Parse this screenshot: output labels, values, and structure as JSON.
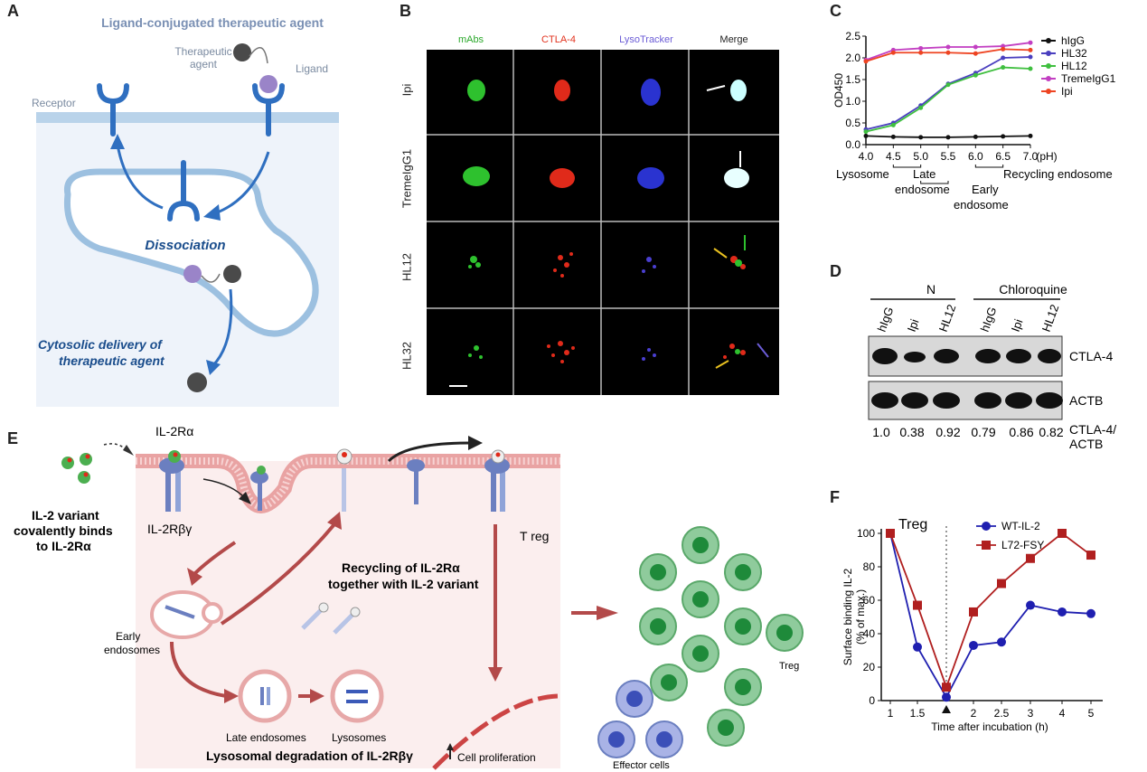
{
  "panels": {
    "A": "A",
    "B": "B",
    "C": "C",
    "D": "D",
    "E": "E",
    "F": "F"
  },
  "panelA": {
    "title": "Ligand-conjugated  therapeutic agent",
    "therapeutic_agent_1": "Therapeutic",
    "therapeutic_agent_2": "agent",
    "ligand": "Ligand",
    "receptor": "Receptor",
    "dissociation": "Dissociation",
    "cytosolic_1": "Cytosolic delivery of",
    "cytosolic_2": "therapeutic agent",
    "colors": {
      "receptor": "#2f6fc0",
      "membrane": "#b9d3ea",
      "agent": "#4a4a4a",
      "ligand": "#9a84c8"
    }
  },
  "panelB": {
    "columns": [
      "mAbs",
      "CTLA-4",
      "LysoTracker",
      "Merge"
    ],
    "column_colors": [
      "#2aa82a",
      "#e2331f",
      "#6b5cd6",
      "#222222"
    ],
    "rows": [
      "Ipi",
      "TremeIgG1",
      "HL12",
      "HL32"
    ]
  },
  "panelD": {
    "groups": [
      "N",
      "Chloroquine"
    ],
    "lanes": [
      "hIgG",
      "Ipi",
      "HL12",
      "hIgG",
      "Ipi",
      "HL12"
    ],
    "bands": [
      "CTLA-4",
      "ACTB"
    ],
    "ratios": [
      "1.0",
      "0.38",
      "0.92",
      "0.79",
      "0.86",
      "0.82"
    ],
    "ratio_label_1": "CTLA-4/",
    "ratio_label_2": "ACTB"
  },
  "panelE": {
    "il2ra": "IL-2Rα",
    "variant_1": "IL-2 variant",
    "variant_2": "covalently  binds",
    "variant_3": "to IL-2Rα",
    "il2rbg": "IL-2Rβγ",
    "treg_membrane": "T reg",
    "recycling_1": "Recycling of IL-2Rα",
    "recycling_2": "together with IL-2 variant",
    "early_1": "Early",
    "early_2": "endosomes",
    "late": "Late endosomes",
    "lysosomes": "Lysosomes",
    "degradation": "Lysosomal degradation of IL-2Rβγ",
    "proliferation": "Cell proliferation",
    "treg_cells": "Treg",
    "effector": "Effector cells"
  },
  "chart_data": [
    {
      "type": "line",
      "panel": "C",
      "xlabel": "(pH)",
      "ylabel": "OD450",
      "x": [
        4.0,
        4.5,
        5.0,
        5.5,
        6.0,
        6.5,
        7.0
      ],
      "xtick_labels": [
        "4.0",
        "4.5",
        "5.0",
        "5.5",
        "6.0",
        "6.5",
        "7.0"
      ],
      "ylim": [
        0,
        2.5
      ],
      "yticks": [
        "0.0",
        "0.5",
        "1.0",
        "1.5",
        "2.0",
        "2.5"
      ],
      "legend_position": "right",
      "series": [
        {
          "name": "hIgG",
          "color": "#111111",
          "values": [
            0.2,
            0.18,
            0.17,
            0.17,
            0.18,
            0.19,
            0.2
          ]
        },
        {
          "name": "HL32",
          "color": "#4a3fbf",
          "values": [
            0.35,
            0.5,
            0.9,
            1.4,
            1.65,
            2.0,
            2.02
          ]
        },
        {
          "name": "HL12",
          "color": "#3fbf3f",
          "values": [
            0.3,
            0.45,
            0.85,
            1.38,
            1.6,
            1.78,
            1.75
          ]
        },
        {
          "name": "TremeIgG1",
          "color": "#c23fc2",
          "values": [
            1.95,
            2.18,
            2.22,
            2.25,
            2.25,
            2.27,
            2.35
          ]
        },
        {
          "name": "Ipi",
          "color": "#ee4422",
          "values": [
            1.92,
            2.12,
            2.12,
            2.12,
            2.1,
            2.2,
            2.18
          ]
        }
      ],
      "compartments": [
        "Lysosome",
        "Late",
        "endosome",
        "Early",
        "endosome",
        "Recycling endosome"
      ]
    },
    {
      "type": "line",
      "panel": "F",
      "title": "Treg",
      "xlabel": "Time after incubation (h)",
      "ylabel_1": "Surface binding IL-2",
      "ylabel_2": "(% of max.)",
      "x": [
        1,
        1.5,
        1.75,
        2,
        2.5,
        3,
        4,
        5
      ],
      "xtick_labels": [
        "1",
        "1.5",
        "2",
        "2.5",
        "3",
        "4",
        "5"
      ],
      "ylim": [
        0,
        100
      ],
      "yticks": [
        "0",
        "20",
        "40",
        "60",
        "80",
        "100"
      ],
      "legend_position": "top-right",
      "series": [
        {
          "name": "WT-IL-2",
          "color": "#1f1fb0",
          "marker": "circle",
          "values": [
            100,
            32,
            2,
            33,
            35,
            57,
            53,
            52
          ]
        },
        {
          "name": "L72-FSY",
          "color": "#b01f1f",
          "marker": "square",
          "values": [
            100,
            57,
            8,
            53,
            70,
            85,
            100,
            87
          ]
        }
      ]
    }
  ]
}
